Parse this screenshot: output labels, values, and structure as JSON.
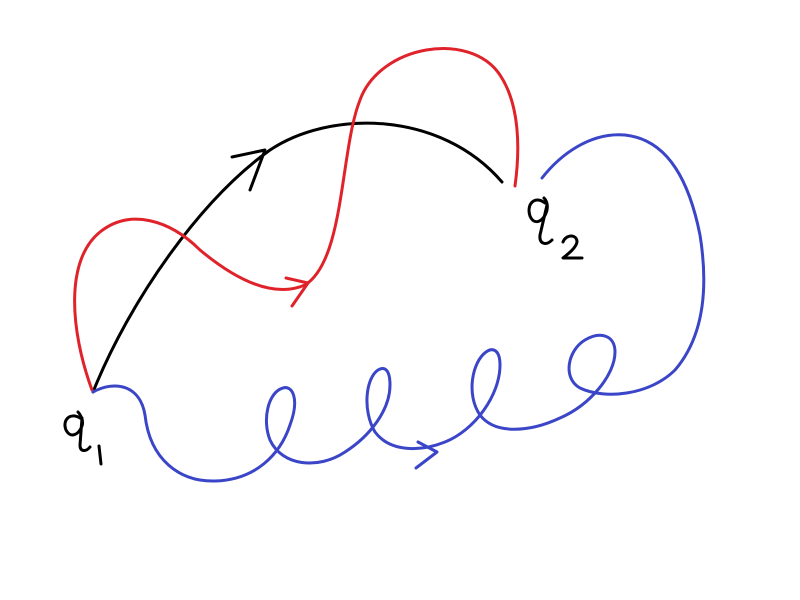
{
  "diagram": {
    "nodes": [
      {
        "id": "q1",
        "label": "q",
        "subscript": "1"
      },
      {
        "id": "q2",
        "label": "q",
        "subscript": "2"
      }
    ],
    "paths": [
      {
        "from": "q1",
        "to": "q2",
        "style": "direct-arc",
        "color": "#000000"
      },
      {
        "from": "q1",
        "to": "q2",
        "style": "wavy-detour",
        "color": "#e0232b"
      },
      {
        "from": "q1",
        "to": "q2",
        "style": "looping-spiral",
        "color": "#3a45c8"
      }
    ]
  }
}
